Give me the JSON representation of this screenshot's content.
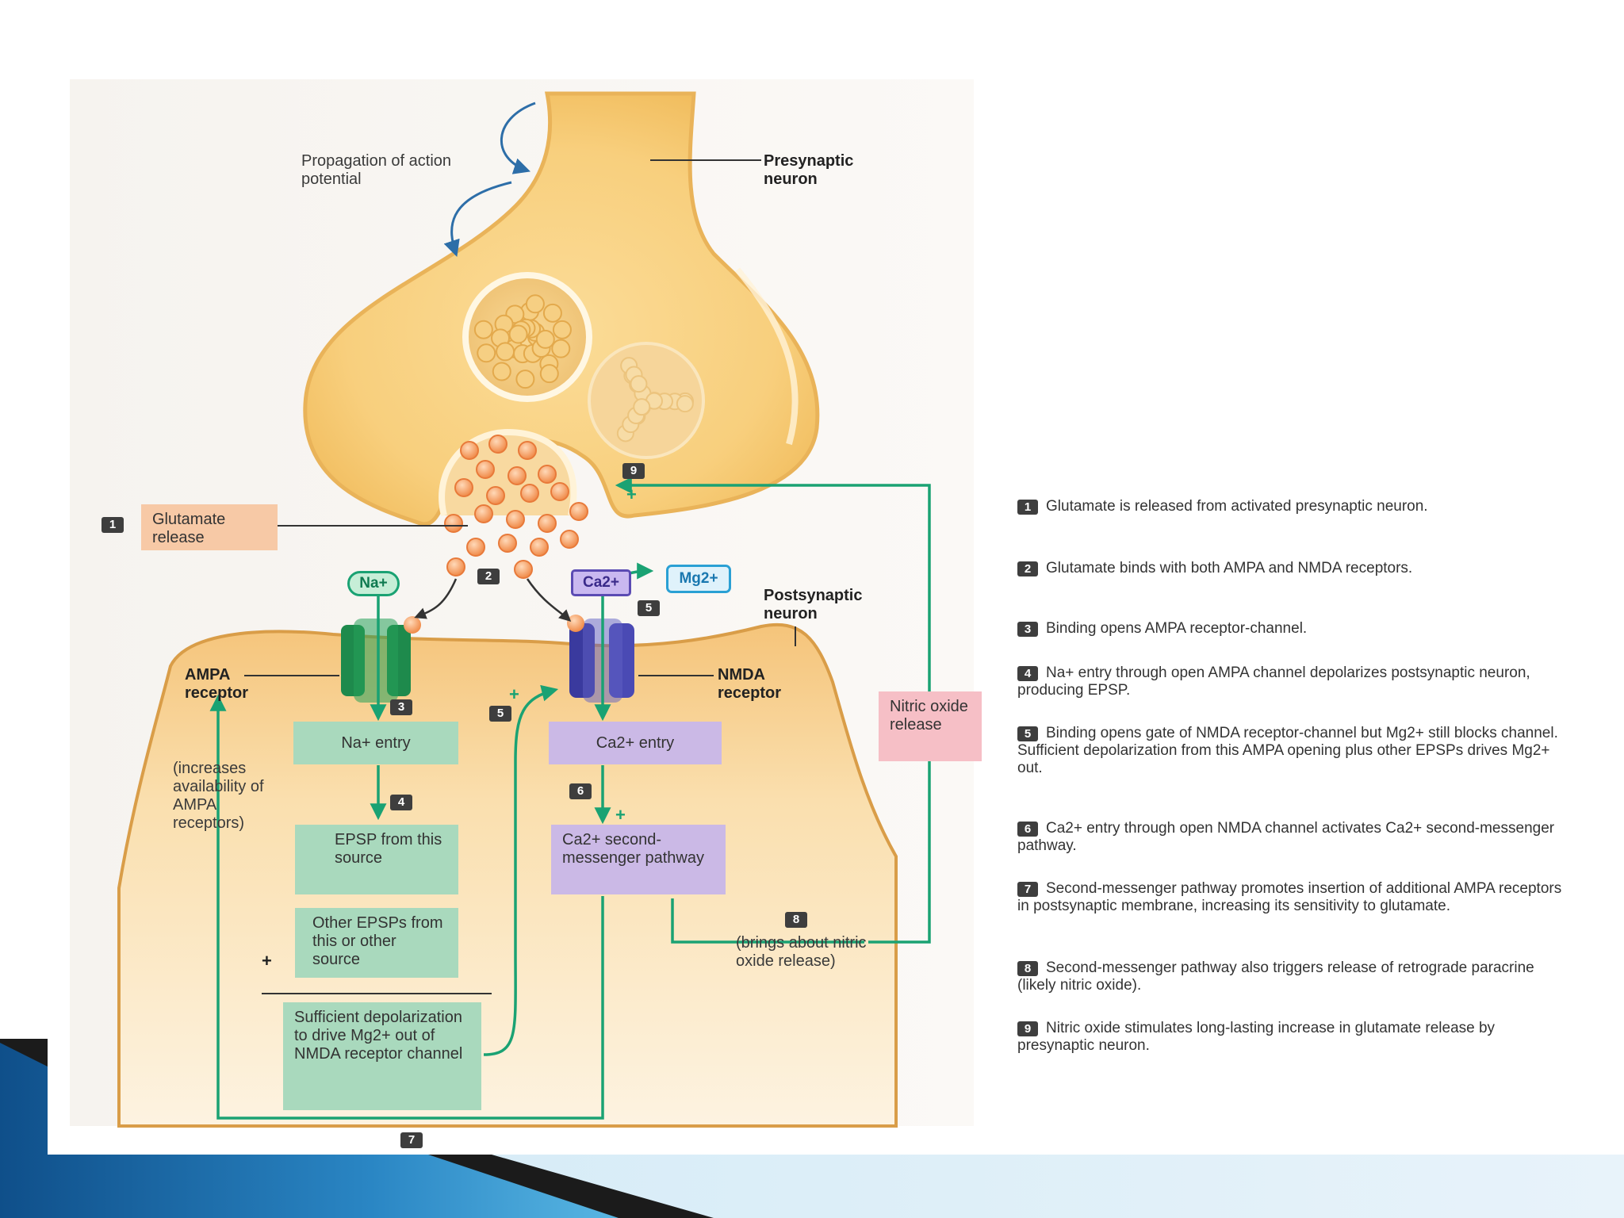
{
  "labels": {
    "propagation": "Propagation of action potential",
    "presynaptic": "Presynaptic neuron",
    "postsynaptic": "Postsynaptic neuron",
    "ampa_receptor": "AMPA receptor",
    "nmda_receptor": "NMDA receptor",
    "increases": "(increases availability of AMPA receptors)",
    "brings_about": "(brings about nitric oxide release)"
  },
  "ions": {
    "na": "Na+",
    "ca": "Ca2+",
    "mg": "Mg2+"
  },
  "boxes": {
    "glutamate_release": "Glutamate release",
    "na_entry": "Na+ entry",
    "ca_entry": "Ca2+ entry",
    "epsp": "EPSP from this source",
    "other_epsps": "Other EPSPs from this or other source",
    "sufficient": "Sufficient depolarization to drive Mg2+ out of NMDA receptor channel",
    "ca_second": "Ca2+ second- messenger pathway",
    "nitric_oxide": "Nitric oxide release"
  },
  "numbers": [
    "1",
    "2",
    "3",
    "4",
    "5",
    "6",
    "7",
    "8",
    "9"
  ],
  "plus": "+",
  "legend": [
    {
      "num": "1",
      "text": "Glutamate is released from activated presynaptic neuron."
    },
    {
      "num": "2",
      "text": "Glutamate binds with both AMPA and NMDA receptors."
    },
    {
      "num": "3",
      "text": "Binding opens AMPA receptor-channel."
    },
    {
      "num": "4",
      "text": "Na+ entry through open AMPA channel depolarizes postsynaptic neuron, producing EPSP."
    },
    {
      "num": "5",
      "text": "Binding opens gate of NMDA receptor-channel but Mg2+ still blocks channel. Sufficient depolarization from this AMPA opening plus other EPSPs drives Mg2+ out."
    },
    {
      "num": "6",
      "text": "Ca2+ entry through open NMDA channel activates Ca2+ second-messenger pathway."
    },
    {
      "num": "7",
      "text": "Second-messenger pathway promotes insertion of additional AMPA receptors in postsynaptic membrane, increasing its sensitivity to glutamate."
    },
    {
      "num": "8",
      "text": "Second-messenger pathway also triggers release of retrograde paracrine (likely nitric oxide)."
    },
    {
      "num": "9",
      "text": "Nitric oxide stimulates long-lasting increase in glutamate release by presynaptic neuron."
    }
  ]
}
